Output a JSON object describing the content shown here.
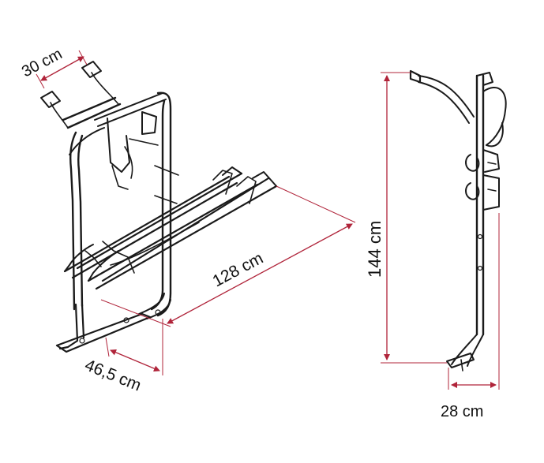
{
  "dimensions": {
    "width_top": "30 cm",
    "length": "128 cm",
    "depth": "46,5 cm",
    "height": "144 cm",
    "side_depth": "28 cm"
  },
  "colors": {
    "dimension_line": "#b0243a",
    "outline": "#1a1a1a",
    "background": "#ffffff"
  }
}
